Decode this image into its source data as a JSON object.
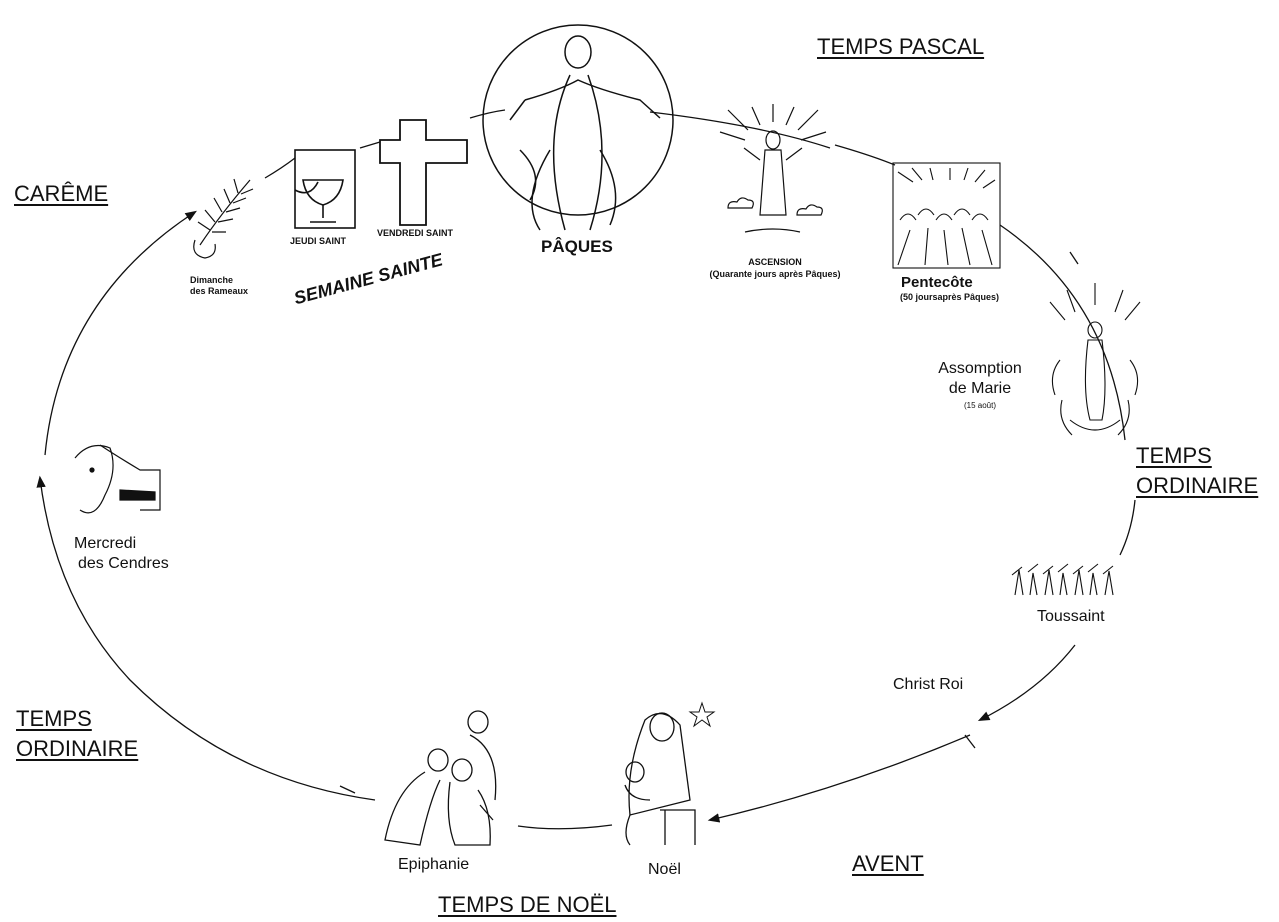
{
  "seasons": {
    "temps_pascal": "TEMPS PASCAL",
    "careme": "CARÊME",
    "temps_ordinaire_right_1": "TEMPS",
    "temps_ordinaire_right_2": "ORDINAIRE",
    "temps_ordinaire_left_1": "TEMPS",
    "temps_ordinaire_left_2": "ORDINAIRE",
    "avent": "AVENT",
    "temps_de_noel": "TEMPS DE NOËL",
    "semaine_sainte": "SEMAINE SAINTE"
  },
  "feasts": {
    "paques": "PÂQUES",
    "ascension": "ASCENSION",
    "ascension_note": "(Quarante jours après Pâques)",
    "pentecote": "Pentecôte",
    "pentecote_note": "(50 joursaprès Pâques)",
    "assomption_1": "Assomption",
    "assomption_2": "de Marie",
    "assomption_note": "(15 août)",
    "toussaint": "Toussaint",
    "christ_roi": "Christ Roi",
    "noel": "Noël",
    "epiphanie": "Epiphanie",
    "mercredi_1": "Mercredi",
    "mercredi_2": "des Cendres",
    "dimanche_1": "Dimanche",
    "dimanche_2": "des Rameaux",
    "jeudi_saint": "JEUDI SAINT",
    "vendredi_saint": "VENDREDI SAINT"
  },
  "icons": [
    "risen-christ-icon",
    "palm-branch-icon",
    "chalice-icon",
    "cross-icon",
    "ascension-icon",
    "pentecost-icon",
    "assumption-icon",
    "saints-crowd-icon",
    "ashes-forehead-icon",
    "nativity-icon",
    "magi-icon",
    "star-icon"
  ],
  "colors": {
    "ink": "#111111",
    "background": "#ffffff"
  }
}
